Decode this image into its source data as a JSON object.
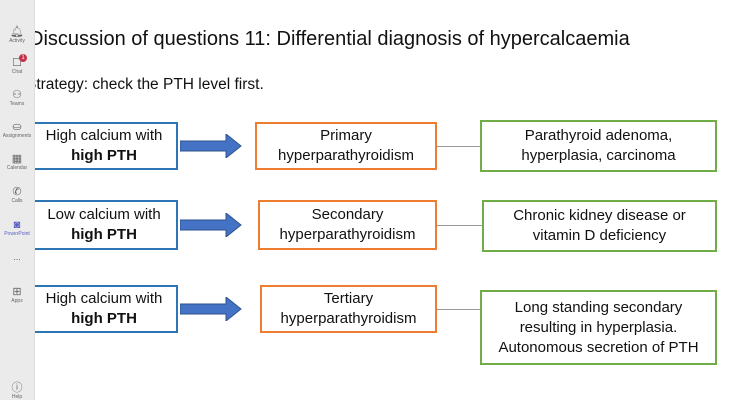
{
  "sidebar": {
    "items": [
      {
        "label": "Activity",
        "icon": "bell-icon"
      },
      {
        "label": "Chat",
        "icon": "chat-icon",
        "badge": "1"
      },
      {
        "label": "Teams",
        "icon": "teams-icon"
      },
      {
        "label": "Assignments",
        "icon": "assignments-icon"
      },
      {
        "label": "Calendar",
        "icon": "calendar-icon"
      },
      {
        "label": "Calls",
        "icon": "phone-icon"
      },
      {
        "label": "PowerPoint",
        "icon": "powerpoint-icon"
      },
      {
        "label": "...",
        "icon": "more-icon"
      },
      {
        "label": "Apps",
        "icon": "apps-icon"
      },
      {
        "label": "Help",
        "icon": "help-icon"
      }
    ]
  },
  "slide": {
    "title": "Discussion of questions 11: Differential diagnosis of hypercalcaemia",
    "strategy": "Strategy: check the PTH level first.",
    "rows": [
      {
        "left_line1": "High calcium with",
        "left_bold": "high PTH",
        "middle_line1": "Primary",
        "middle_line2": "hyperparathyroidism",
        "right_line1": "Parathyroid adenoma,",
        "right_line2": "hyperplasia, carcinoma",
        "right_line3": ""
      },
      {
        "left_line1": "Low calcium with",
        "left_bold": "high PTH",
        "middle_line1": "Secondary",
        "middle_line2": "hyperparathyroidism",
        "right_line1": "Chronic kidney disease or",
        "right_line2": "vitamin D deficiency",
        "right_line3": ""
      },
      {
        "left_line1": "High calcium with",
        "left_bold": "high PTH",
        "middle_line1": "Tertiary",
        "middle_line2": "hyperparathyroidism",
        "right_line1": "Long standing secondary",
        "right_line2": "resulting in hyperplasia.",
        "right_line3": "Autonomous secretion of PTH"
      }
    ]
  },
  "colors": {
    "blue_border": "#2e75b6",
    "orange_border": "#ed7d31",
    "green_border": "#70ad47",
    "arrow": "#4472c4"
  }
}
